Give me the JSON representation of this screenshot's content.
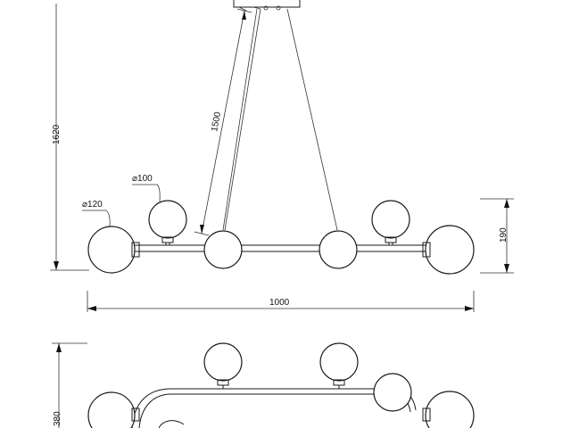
{
  "dimensions": {
    "total_height": "1620",
    "cable_length": "1500",
    "large_globe_dia": "⌀120",
    "small_globe_dia": "⌀100",
    "body_height": "190",
    "total_width": "1000",
    "depth": "380"
  },
  "colors": {
    "line": "#1a1a1a",
    "background": "#ffffff"
  }
}
